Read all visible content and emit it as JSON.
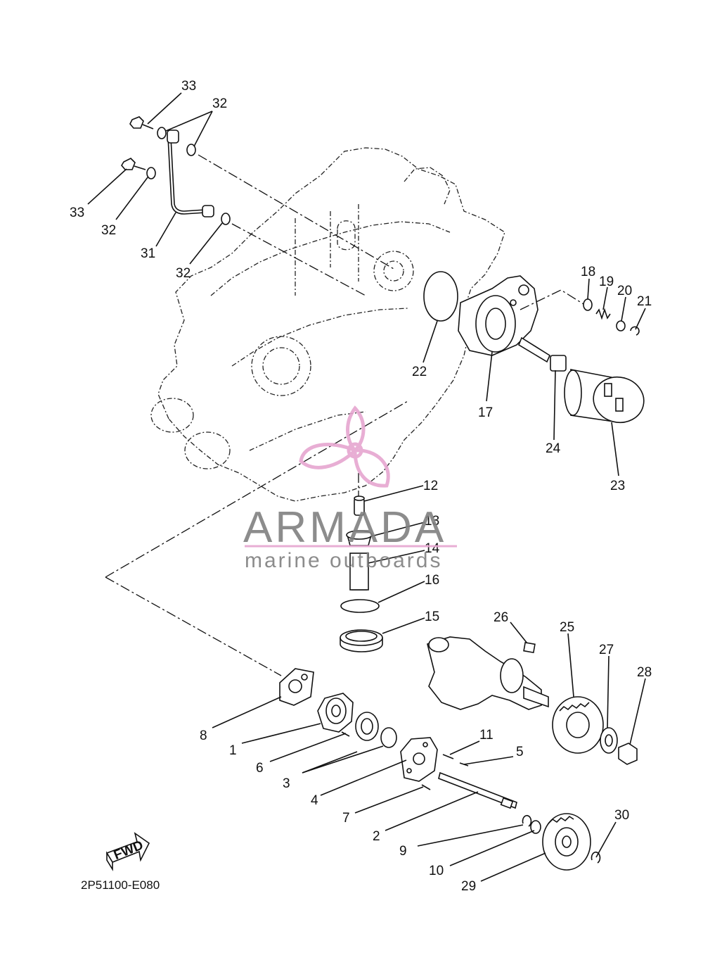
{
  "diagram_code": "2P51100-E080",
  "fwd_label": "FWD",
  "watermark": {
    "name": "ARMADA",
    "tagline": "marine outboards",
    "accent": "#e6a6d0",
    "gray": "#808080"
  },
  "callouts": [
    "33",
    "32",
    "33",
    "32",
    "31",
    "32",
    "18",
    "19",
    "20",
    "21",
    "22",
    "17",
    "24",
    "23",
    "12",
    "13",
    "14",
    "16",
    "15",
    "26",
    "25",
    "27",
    "28",
    "8",
    "1",
    "6",
    "11",
    "5",
    "3",
    "4",
    "7",
    "2",
    "9",
    "30",
    "10",
    "29"
  ]
}
